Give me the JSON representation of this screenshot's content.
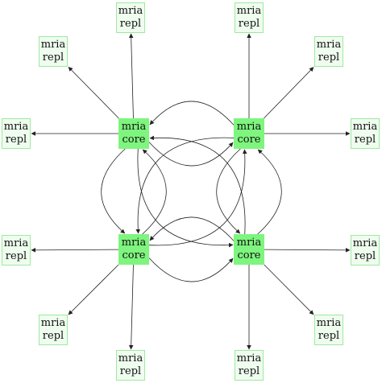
{
  "diagram": {
    "colors": {
      "core_fill": "#7ef57e",
      "repl_fill": "#effdef",
      "repl_border": "#9fe89f",
      "edge": "#222222"
    },
    "cores": [
      {
        "id": "c1",
        "line1": "mria",
        "line2": "core"
      },
      {
        "id": "c2",
        "line1": "mria",
        "line2": "core"
      },
      {
        "id": "c3",
        "line1": "mria",
        "line2": "core"
      },
      {
        "id": "c4",
        "line1": "mria",
        "line2": "core"
      }
    ],
    "repls": [
      {
        "id": "r1",
        "line1": "mria",
        "line2": "repl"
      },
      {
        "id": "r2",
        "line1": "mria",
        "line2": "repl"
      },
      {
        "id": "r3",
        "line1": "mria",
        "line2": "repl"
      },
      {
        "id": "r4",
        "line1": "mria",
        "line2": "repl"
      },
      {
        "id": "r5",
        "line1": "mria",
        "line2": "repl"
      },
      {
        "id": "r6",
        "line1": "mria",
        "line2": "repl"
      },
      {
        "id": "r7",
        "line1": "mria",
        "line2": "repl"
      },
      {
        "id": "r8",
        "line1": "mria",
        "line2": "repl"
      },
      {
        "id": "r9",
        "line1": "mria",
        "line2": "repl"
      },
      {
        "id": "r10",
        "line1": "mria",
        "line2": "repl"
      },
      {
        "id": "r11",
        "line1": "mria",
        "line2": "repl"
      },
      {
        "id": "r12",
        "line1": "mria",
        "line2": "repl"
      }
    ],
    "edges": [
      {
        "from": "c1",
        "to": "r1"
      },
      {
        "from": "c1",
        "to": "r2"
      },
      {
        "from": "c1",
        "to": "r3"
      },
      {
        "from": "c2",
        "to": "r4"
      },
      {
        "from": "c2",
        "to": "r5"
      },
      {
        "from": "c2",
        "to": "r6"
      },
      {
        "from": "c3",
        "to": "r7"
      },
      {
        "from": "c3",
        "to": "r8"
      },
      {
        "from": "c3",
        "to": "r9"
      },
      {
        "from": "c4",
        "to": "r10"
      },
      {
        "from": "c4",
        "to": "r11"
      },
      {
        "from": "c4",
        "to": "r12"
      },
      {
        "from": "c1",
        "to": "c2"
      },
      {
        "from": "c2",
        "to": "c1"
      },
      {
        "from": "c1",
        "to": "c3"
      },
      {
        "from": "c3",
        "to": "c1"
      },
      {
        "from": "c1",
        "to": "c4"
      },
      {
        "from": "c4",
        "to": "c1"
      },
      {
        "from": "c2",
        "to": "c3"
      },
      {
        "from": "c3",
        "to": "c2"
      },
      {
        "from": "c2",
        "to": "c4"
      },
      {
        "from": "c4",
        "to": "c2"
      },
      {
        "from": "c3",
        "to": "c4"
      },
      {
        "from": "c4",
        "to": "c3"
      }
    ]
  }
}
